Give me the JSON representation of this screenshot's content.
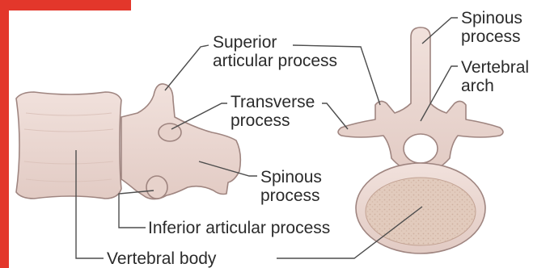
{
  "colors": {
    "accent": "#e3372b",
    "bone_fill": "#ead6d0",
    "bone_shadow": "#cfb2aa",
    "bone_outline": "#9f8580",
    "spongy_bone": "#dcc3b4",
    "leader_line": "#4d4d4d",
    "label_text": "#2b2b2b"
  },
  "side_view": {
    "labels": {
      "superior_articular": [
        "Superior",
        "articular process"
      ],
      "transverse": [
        "Transverse",
        "process"
      ],
      "spinous": [
        "Spinous",
        "process"
      ],
      "inferior_articular": "Inferior articular process",
      "vertebral_body": "Vertebral body"
    }
  },
  "top_view": {
    "labels": {
      "spinous": [
        "Spinous",
        "process"
      ],
      "vertebral_arch": [
        "Vertebral",
        "arch"
      ]
    }
  }
}
